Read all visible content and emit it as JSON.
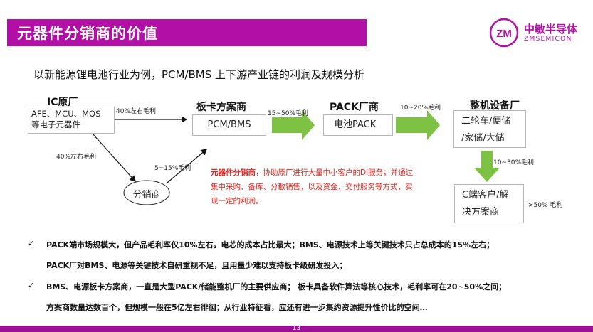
{
  "header": {
    "title": "元器件分销商的价值",
    "logo_cn": "中敏半导体",
    "logo_en": "ZMSEMICON",
    "logo_mark": "ZM"
  },
  "subtitle": "以新能源锂电池行业为例，PCM/BMS 上下游产业链的利润及规模分析",
  "diagram": {
    "ic_title": "IC原厂",
    "ic_box_line1": "AFE、MCU、MOS",
    "ic_box_line2": "等电子元器件",
    "board_title": "板卡方案商",
    "board_box": "PCM/BMS",
    "pack_title": "PACK厂商",
    "pack_box": "电池PACK",
    "equip_title": "整机设备厂",
    "equip_box_line1": "二轮车/便储",
    "equip_box_line2": "/家储/大储",
    "customer_box_line1": "C端客户/解",
    "customer_box_line2": "决方案商",
    "distributor": "分销商",
    "margin_ic_board": "40%左右毛利",
    "margin_ic_dist": "40%左右毛利",
    "margin_dist_board": "5~15%毛利",
    "margin_board_pack": "15~50%毛利",
    "margin_pack_equip": "10~20%毛利",
    "margin_equip_cust": "10~30%毛利",
    "margin_cust": ">50% 毛利",
    "note_bold": "元器件分销商",
    "note_text": "，协助原厂进行大量中小客户的DI服务；并通过集中采购、备库、分散销售，以及资金、交付服务等方式，实现一定的利润。"
  },
  "bullets": [
    "PACK端市场规模大，但产品毛利率仅10%左右。电芯的成本占比最大；BMS、电源技术上等关键技术只占总成本的15%左右；",
    "PACK厂对BMS、电源等关键技术自研重视不足，且用量少难以支持板卡级研发投入；",
    "BMS、电源板卡方案商，一直是大型PACK/储能整机厂的主要供应商；  板卡具备软件算法等核心技术，毛利率可在20~50%之间；",
    "方案商数量达数百个，但规模一般在5亿左右徘徊；从行业特征看，应还有进一步集约资源提升性价比的空间…"
  ],
  "bullet_mark": "✓",
  "footer": {
    "page": "13"
  },
  "colors": {
    "brand": "#b10fa5",
    "arrow": "#7dc242",
    "note": "#e3231b"
  }
}
